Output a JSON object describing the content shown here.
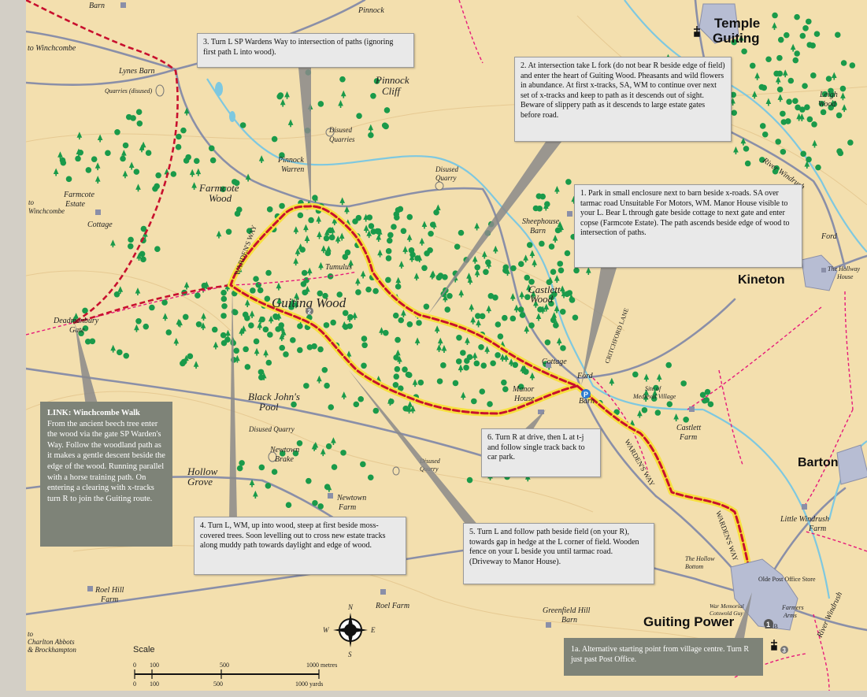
{
  "map": {
    "callouts": {
      "step1": "1. Park in small enclosure next to barn beside x-roads. SA over tarmac road Unsuitable For Motors, WM. Manor House visible to your L. Bear L through gate beside cottage to next gate and enter copse (Farmcote Estate). The path ascends beside edge of wood to intersection of paths.",
      "step1a": "1a. Alternative starting point from village centre. Turn R just past Post Office.",
      "step2": "2. At intersection take L fork (do not bear R beside edge of field) and enter the heart of Guiting Wood. Pheasants and wild flowers in abundance. At first x-tracks, SA, WM to continue over next set of x-tracks and keep to path as it descends out of sight. Beware of slippery path as it descends to large estate gates before road.",
      "step3": "3. Turn L SP Wardens Way to intersection of paths (ignoring first path L into wood).",
      "step4": "4. Turn L, WM, up into wood, steep at first beside moss-covered trees. Soon levelling out to cross new estate tracks along muddy path towards daylight and edge of wood.",
      "step5": "5. Turn L and follow path beside field (on your R), towards gap in hedge at the L corner of field. Wooden fence on your L beside you until tarmac road. (Driveway to Manor House).",
      "step6": "6. Turn R at drive, then L at t-j and follow single track back to car park.",
      "link_title": "LINK: Winchcombe Walk",
      "link_body": "From the ancient beech tree enter the wood via the gate SP Warden's Way. Follow the woodland path as it makes a gentle descent beside the edge of the wood. Running parallel with a horse training path. On entering a clearing with x-tracks turn R to join the Guiting route."
    },
    "places": {
      "temple_guiting_1": "Temple",
      "temple_guiting_2": "Guiting",
      "kineton": "Kineton",
      "barton": "Barton",
      "guiting_power": "Guiting Power",
      "guiting_wood": "Guiting Wood",
      "pinnock": "Pinnock",
      "pinnock_cliff_1": "Pinnock",
      "pinnock_cliff_2": "Cliff",
      "pinnock_warren_1": "Pinnock",
      "pinnock_warren_2": "Warren",
      "farmcote_wood_1": "Farmcote",
      "farmcote_wood_2": "Wood",
      "farmcote_estate_1": "Farmcote",
      "farmcote_estate_2": "Estate",
      "cottage_west": "Cottage",
      "lynes_barn": "Lynes Barn",
      "quarries_disused": "Quarries (disused)",
      "barn_top": "Barn",
      "to_winchcombe_top": "to Winchcombe",
      "to_winchcombe_left_1": "to",
      "to_winchcombe_left_2": "Winchcombe",
      "deadmanbury_1": "Deadmanbury",
      "deadmanbury_2": "Gate",
      "disused_quarries_1": "Disused",
      "disused_quarries_2": "Quarries",
      "disused_quarry_1": "Disused",
      "disused_quarry_2": "Quarry",
      "sheephouse_1": "Sheephouse",
      "sheephouse_2": "Barn",
      "castlett_wood_1": "Castlett",
      "castlett_wood_2": "Wood",
      "critchford_lane": "CRITCHFORD LANE",
      "cottage_east": "Cottage",
      "ford_centre": "Ford",
      "ford_east": "Ford",
      "manor_1": "Manor",
      "manor_2": "House",
      "barn_centre": "Barn",
      "medieval_1": "Site of",
      "medieval_2": "Medieval Village",
      "castlett_farm_1": "Castlett",
      "castlett_farm_2": "Farm",
      "black_johns_1": "Black John's",
      "black_johns_2": "Pool",
      "disused_quarry_sw": "Disused Quarry",
      "newtown_brake_1": "Newtown",
      "newtown_brake_2": "Brake",
      "disused_quarry_c_1": "Disused",
      "disused_quarry_c_2": "Quarry",
      "hollow_grove_1": "Hollow",
      "hollow_grove_2": "Grove",
      "newtown_farm_1": "Newtown",
      "newtown_farm_2": "Farm",
      "tumulus": "Tumulus",
      "wardens_way_nw": "WARDEN'S WAY",
      "wardens_way_se": "WARDEN'S WAY",
      "wardens_way_s": "WARDEN'S WAY",
      "leigh_wood_1": "Leigh",
      "leigh_wood_2": "Wood",
      "river_windrush_ne": "River Windrush",
      "river_windrush_se": "River Windrush",
      "hollway_house_1": "The Hollway",
      "hollway_house_2": "House",
      "little_windrush_1": "Little Windrush",
      "little_windrush_2": "Farm",
      "hollow_bottom_1": "The Hollow",
      "hollow_bottom_2": "Bottom",
      "olde_post_office": "Olde Post Office Store",
      "war_memorial_1": "War Memorial",
      "war_memorial_2": "Cotswold Guy",
      "farmers_arms_1": "Farmers",
      "farmers_arms_2": "Arms",
      "bb": "B&B",
      "roel_hill_1": "Roel Hill",
      "roel_hill_2": "Farm",
      "roel_farm": "Roel Farm",
      "greenfield_1": "Greenfield Hill",
      "greenfield_2": "Barn",
      "to_charlton_1": "to",
      "to_charlton_2": "Charlton Abbots",
      "to_charlton_3": "& Brockhampton"
    },
    "compass": {
      "n": "N",
      "s": "S",
      "e": "E",
      "w": "W"
    },
    "scale": {
      "title": "Scale",
      "metres": [
        "0",
        "100",
        "500",
        "1000 metres"
      ],
      "yards": [
        "0",
        "100",
        "500",
        "1000 yards"
      ]
    },
    "markers": {
      "parking": "P",
      "start_1": "1",
      "start_2": "2",
      "start_3": "3"
    },
    "colors": {
      "land": "#f3dfae",
      "woodland_tree": "#1a9a4a",
      "route": "#c8102e",
      "route_halo": "#f7e040",
      "right_of_way": "#e6197a",
      "road": "#8a8fa8",
      "river": "#7ec8e0",
      "callout_bg": "#e9e9e9",
      "link_bg": "#7e8378"
    }
  }
}
